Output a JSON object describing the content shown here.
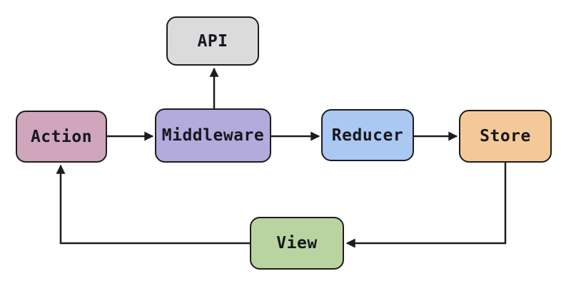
{
  "diagram": {
    "background": "#ffffff",
    "line_color": "#1d1d1d",
    "text_color": "#17171f",
    "nodes": [
      {
        "id": "api",
        "label": "API",
        "color": "#dbdbdb"
      },
      {
        "id": "action",
        "label": "Action",
        "color": "#cfa6bc"
      },
      {
        "id": "middleware",
        "label": "Middleware",
        "color": "#b3abdc"
      },
      {
        "id": "reducer",
        "label": "Reducer",
        "color": "#aac8f1"
      },
      {
        "id": "store",
        "label": "Store",
        "color": "#f3ca97"
      },
      {
        "id": "view",
        "label": "View",
        "color": "#bad4a1"
      }
    ],
    "edges": [
      {
        "from": "action",
        "to": "middleware",
        "style": "arrow-right"
      },
      {
        "from": "middleware",
        "to": "api",
        "style": "arrow-up"
      },
      {
        "from": "middleware",
        "to": "reducer",
        "style": "arrow-right"
      },
      {
        "from": "reducer",
        "to": "store",
        "style": "arrow-right"
      },
      {
        "from": "store",
        "to": "view",
        "style": "down-then-left-arrow"
      },
      {
        "from": "view",
        "to": "action",
        "style": "left-then-up-arrow"
      }
    ]
  }
}
